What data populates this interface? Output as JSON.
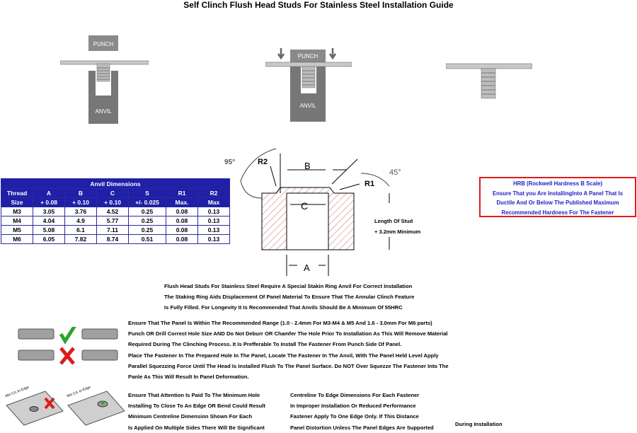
{
  "title": "Self Clinch Flush Head Studs For Stainless Steel Installation Guide",
  "diagram": {
    "punch_label": "PUNCH",
    "anvil_label": "ANVIL",
    "angle_left": "95°",
    "angle_right": "45°",
    "r2": "R2",
    "r1": "R1",
    "dim_b": "B",
    "dim_c": "C",
    "dim_a": "A",
    "stud_length_1": "Length Of Stud",
    "stud_length_2": "+ 3.2mm Minimum"
  },
  "anvil_table": {
    "caption": "Anvil Dimensions",
    "headers_top": [
      "Thread",
      "A",
      "B",
      "C",
      "S",
      "R1",
      "R2"
    ],
    "headers_bottom": [
      "Size",
      "+ 0.08",
      "+ 0.10",
      "+ 0.10",
      "+/- 0.025",
      "Max.",
      "Max"
    ],
    "rows": [
      [
        "M3",
        "3.05",
        "3.76",
        "4.52",
        "0.25",
        "0.08",
        "0.13"
      ],
      [
        "M4",
        "4.04",
        "4.9",
        "5.77",
        "0.25",
        "0.08",
        "0.13"
      ],
      [
        "M5",
        "5.08",
        "6.1",
        "7.11",
        "0.25",
        "0.08",
        "0.13"
      ],
      [
        "M6",
        "6.05",
        "7.82",
        "8.74",
        "0.51",
        "0.08",
        "0.13"
      ]
    ]
  },
  "hrb_note": [
    "HRB (Rockwell Hardness B Scale)",
    "Ensure That you Are InstallingInto A Panel That Is",
    "Ductile And Or Below The Published Maximum",
    "Recommended Hardness For The Fastener"
  ],
  "anvil_note": [
    "Flush Head Studs For Stainless Steel Require A Special Stakin Ring Anvil For Correct Installation",
    "The Staking Ring Aids Displacement Of Panel Material To Ensure That The Annular Clinch Feature",
    "Is Fully Filled. For Longevity It Is Recommended That Anvils Should Be A Minimum Of 55HRC"
  ],
  "panel_note": [
    "Ensure That The Panel Is Within The Recommended Range (1.0 - 2.4mm For M3-M4 & M5 And 1.6 - 3.0mm For M6 parts)",
    "Punch OR Drill Correct Hole Size AND Do Not Deburr OR Chamfer The Hole Prior To Installation As This Will Remove Material",
    "Required During The Clinching Process. It Is Prefferable To Install The Fastener From Punch Side Of Panel.",
    "Place The Fastener In The Prepared Hole In The Panel, Locate The Fastener In The Anvil, With The Panel Held Level Apply",
    "Parallel Squezzing Force Until The Head Is Installed Flush To The Panel Surface. Do NOT Over Squezze The Fastener Into The",
    "Panle As This Will Result In Panel Deformation."
  ],
  "edge_note_left": [
    "Ensure That Attention Is Paid To The Minimum Hole",
    "Installing To Close To An Edge OR Bend Could Result",
    "Minimum Centreline Dimension Shown For Each",
    "Is Applied On Multiple Sides There Will Be Significant"
  ],
  "edge_note_right": [
    "Centreline To Edge Dimensions For Each Fastener",
    "In Improper Installation Or Reduced Performance",
    "Fastener Apply To One Edge Only. If This Distance",
    "Panel Distortion Unless The Panel Edges Are Supported"
  ],
  "edge_note_tail": "During Installation",
  "edge_badge": "Min C/L to Edge",
  "colors": {
    "tick": "#2aa52a",
    "cross": "#d91c1c",
    "table_header": "#1f1fa8",
    "note_border": "#e01b1b",
    "note_text": "#1f1fc4"
  }
}
